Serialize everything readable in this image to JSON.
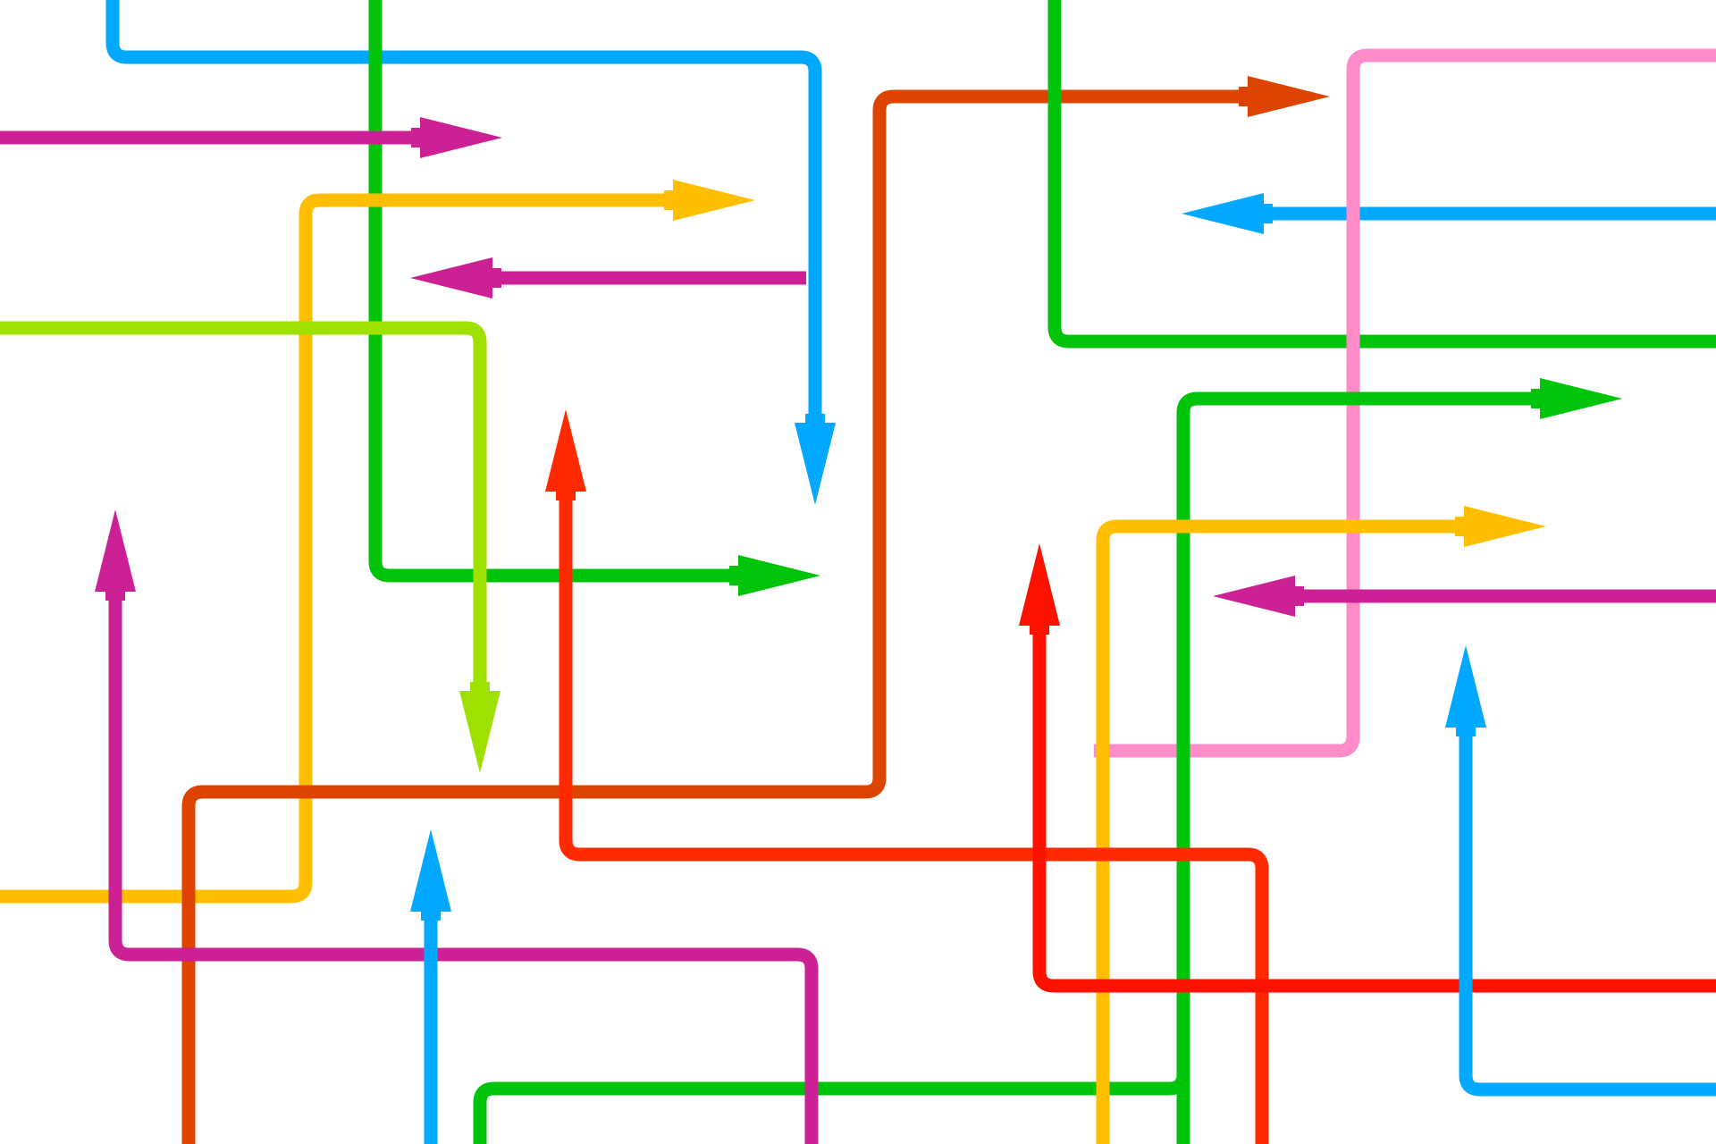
{
  "artwork": {
    "background_color": "#ffffff",
    "arrows": [
      {
        "name": "blue-top-arrow",
        "color": "#00a8ff",
        "direction": "down"
      },
      {
        "name": "green-left-arrow",
        "color": "#00c40a",
        "direction": "right"
      },
      {
        "name": "magenta-top-arrow",
        "color": "#cc2194",
        "direction": "right"
      },
      {
        "name": "yellow-left-arrow",
        "color": "#ffbe00",
        "direction": "right"
      },
      {
        "name": "magenta-back-arrow",
        "color": "#cc2194",
        "direction": "left"
      },
      {
        "name": "lime-arrow",
        "color": "#9ee000",
        "direction": "down"
      },
      {
        "name": "rust-arrow",
        "color": "#dd4400",
        "direction": "right"
      },
      {
        "name": "blue-right-arrow",
        "color": "#00a8ff",
        "direction": "left"
      },
      {
        "name": "green-top-right-line",
        "color": "#00c40a",
        "direction": "none"
      },
      {
        "name": "pink-line",
        "color": "#ff8bc8",
        "direction": "none"
      },
      {
        "name": "green-right-arrow",
        "color": "#00c40a",
        "direction": "right"
      },
      {
        "name": "yellow-right-arrow",
        "color": "#ffbe00",
        "direction": "right"
      },
      {
        "name": "magenta-right-arrow",
        "color": "#cc2194",
        "direction": "left"
      },
      {
        "name": "red-center-arrow",
        "color": "#ff2a00",
        "direction": "up"
      },
      {
        "name": "magenta-bottom-arrow",
        "color": "#cc2194",
        "direction": "up"
      },
      {
        "name": "blue-bottom-left-arrow",
        "color": "#00a8ff",
        "direction": "up"
      },
      {
        "name": "red-right-arrow",
        "color": "#ff1100",
        "direction": "up"
      },
      {
        "name": "blue-bottom-right-arrow",
        "color": "#00a8ff",
        "direction": "up"
      },
      {
        "name": "green-bottom-line",
        "color": "#00c40a",
        "direction": "none"
      },
      {
        "name": "yellow-bottom-line",
        "color": "#ffbe00",
        "direction": "none"
      }
    ]
  }
}
